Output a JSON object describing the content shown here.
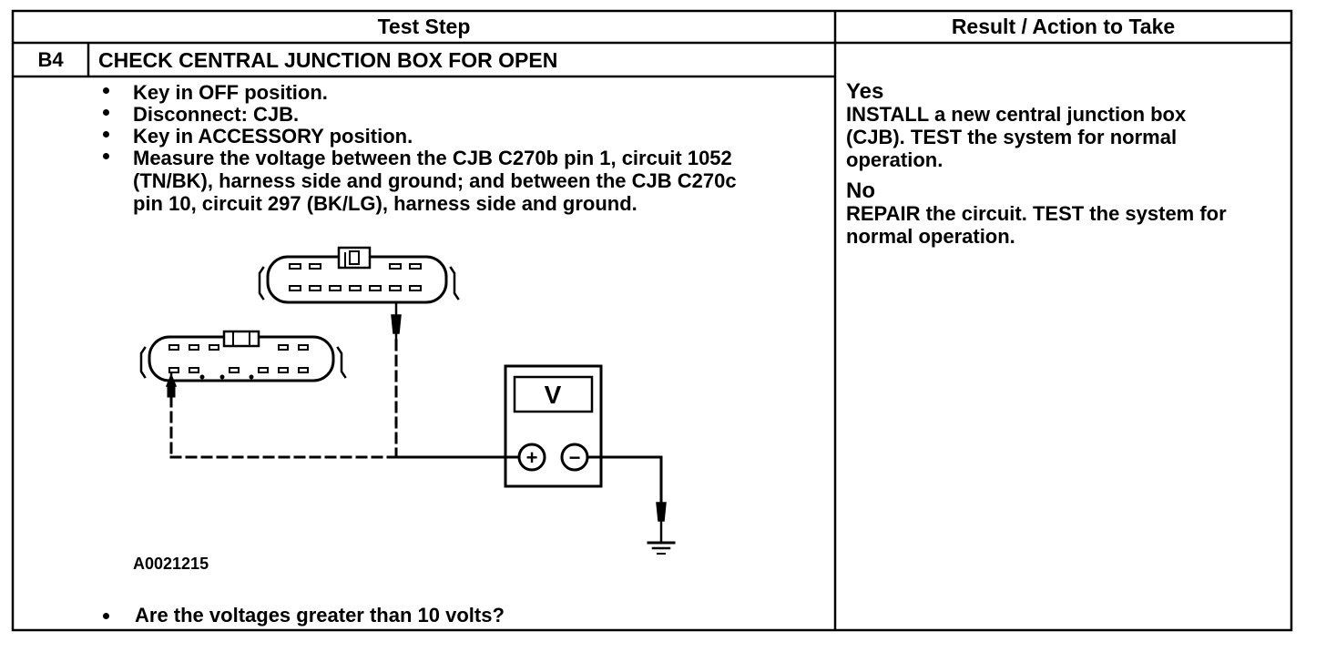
{
  "table": {
    "col_headers": [
      "Test Step",
      "Result / Action to Take"
    ],
    "step": {
      "id": "B4",
      "title": "CHECK CENTRAL JUNCTION BOX FOR OPEN",
      "bullets": [
        [
          "Key in OFF position."
        ],
        [
          "Disconnect: CJB."
        ],
        [
          "Key in ACCESSORY position."
        ],
        [
          "Measure the voltage between the CJB C270b pin 1, circuit 1052",
          "(TN/BK), harness side and ground; and between the CJB C270c",
          "pin 10, circuit 297 (BK/LG), harness side and ground."
        ]
      ],
      "figure_id": "A0021215",
      "question": "Are the voltages greater than 10 volts?"
    },
    "results": {
      "yes": {
        "label": "Yes",
        "lines": [
          "INSTALL a new central junction box",
          "(CJB). TEST the system for normal",
          "operation."
        ]
      },
      "no": {
        "label": "No",
        "lines": [
          "REPAIR the circuit. TEST the system for",
          "normal operation."
        ]
      }
    }
  },
  "diagram": {
    "meter_display": "V",
    "plus_symbol": "+",
    "minus_symbol": "−"
  }
}
